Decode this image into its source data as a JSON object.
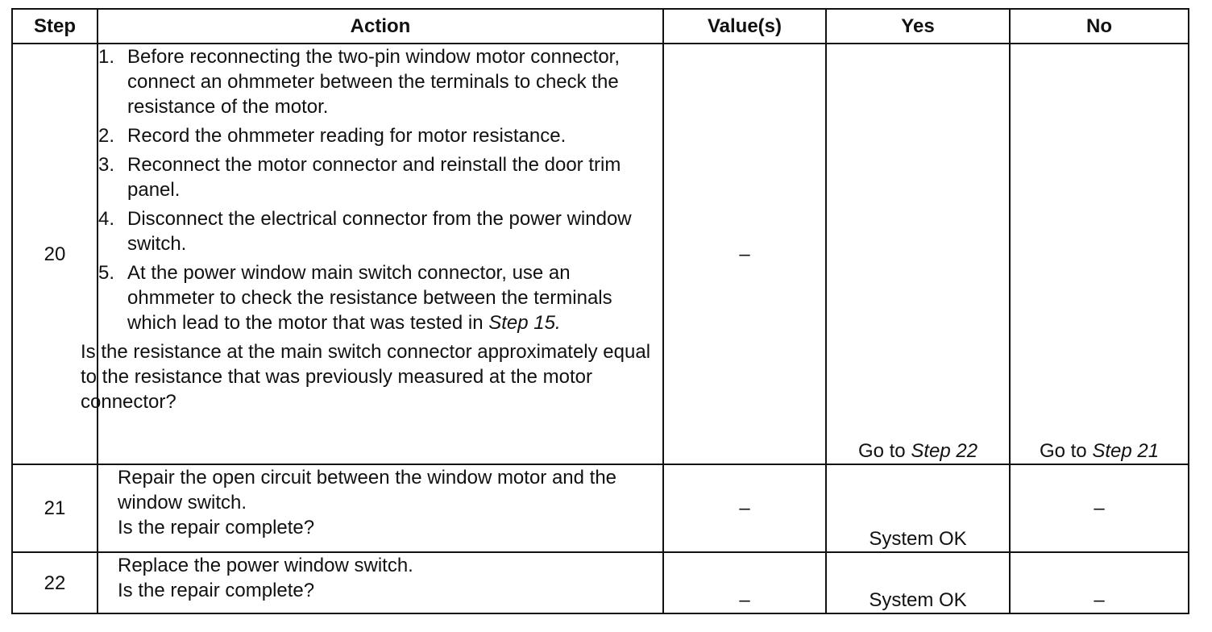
{
  "headers": {
    "step": "Step",
    "action": "Action",
    "values": "Value(s)",
    "yes": "Yes",
    "no": "No"
  },
  "rows": [
    {
      "step": "20",
      "substeps": [
        {
          "num": "1.",
          "text": "Before reconnecting the two-pin window motor connector, connect an ohmmeter between the terminals to check the resistance of the motor."
        },
        {
          "num": "2.",
          "text": "Record the ohmmeter reading for motor resistance."
        },
        {
          "num": "3.",
          "text": "Reconnect the motor connector and reinstall the door trim panel."
        },
        {
          "num": "4.",
          "text": "Disconnect the electrical connector from the power window switch."
        },
        {
          "num": "5.",
          "text_pre": "At the power window main switch connector, use an ohmmeter to check the resistance between the terminals which lead to the motor that was tested in ",
          "text_ref": "Step 15."
        }
      ],
      "question": "Is the resistance at the main switch connector approximately equal to the resistance that was previously measured at the motor connector?",
      "value": "–",
      "yes_prefix": "Go to ",
      "yes_ref": "Step 22",
      "no_prefix": "Go to ",
      "no_ref": "Step 21"
    },
    {
      "step": "21",
      "action": "Repair the open circuit between the window motor and the window switch.",
      "question": "Is the repair complete?",
      "value": "–",
      "yes": "System OK",
      "no": "–"
    },
    {
      "step": "22",
      "action": "Replace the power window switch.",
      "question": "Is the repair complete?",
      "value": "–",
      "yes": "System OK",
      "no": "–"
    }
  ]
}
